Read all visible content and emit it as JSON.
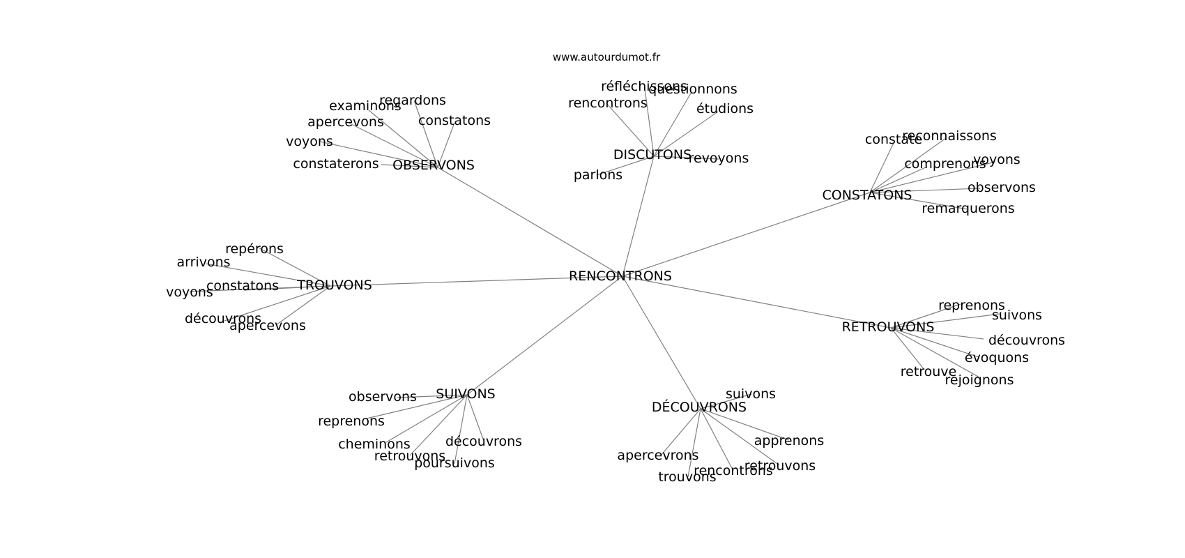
{
  "credit": "www.autourdumot.fr",
  "center": "RENCONTRONS",
  "hubs": [
    {
      "id": "observons",
      "label": "OBSERVONS",
      "leaves": [
        "regardons",
        "examinons",
        "constatons",
        "apercevons",
        "voyons",
        "constaterons"
      ]
    },
    {
      "id": "discutons",
      "label": "DISCUTONS",
      "leaves": [
        "réfléchissons",
        "questionnons",
        "rencontrons",
        "étudions",
        "revoyons",
        "parlons"
      ]
    },
    {
      "id": "constatons",
      "label": "CONSTATONS",
      "leaves": [
        "constate",
        "reconnaissons",
        "comprenons",
        "voyons",
        "observons",
        "remarquerons"
      ]
    },
    {
      "id": "trouvons",
      "label": "TROUVONS",
      "leaves": [
        "repérons",
        "arrivons",
        "voyons",
        "constatons",
        "découvrons",
        "apercevons"
      ]
    },
    {
      "id": "retrouvons",
      "label": "RETROUVONS",
      "leaves": [
        "reprenons",
        "suivons",
        "découvrons",
        "évoquons",
        "retrouve",
        "rejoignons"
      ]
    },
    {
      "id": "suivons",
      "label": "SUIVONS",
      "leaves": [
        "observons",
        "reprenons",
        "cheminons",
        "découvrons",
        "retrouvons",
        "poursuivons"
      ]
    },
    {
      "id": "decouvrons",
      "label": "DÉCOUVRONS",
      "leaves": [
        "suivons",
        "apprenons",
        "apercevrons",
        "retrouvons",
        "rencontrons",
        "trouvons"
      ]
    }
  ]
}
